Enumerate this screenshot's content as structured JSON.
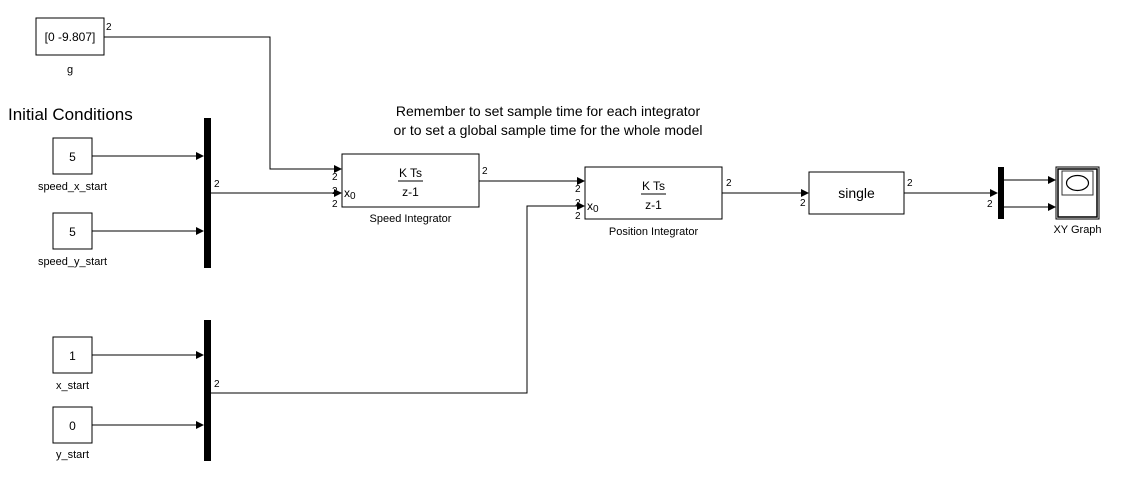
{
  "title": "Initial Conditions",
  "note": {
    "line1": "Remember to set sample time for each integrator",
    "line2": "or to set a global sample time for the whole model"
  },
  "blocks": {
    "g": {
      "value": "[0 -9.807]",
      "label": "g"
    },
    "speed_x_start": {
      "value": "5",
      "label": "speed_x_start"
    },
    "speed_y_start": {
      "value": "5",
      "label": "speed_y_start"
    },
    "x_start": {
      "value": "1",
      "label": "x_start"
    },
    "y_start": {
      "value": "0",
      "label": "y_start"
    },
    "speed_integrator": {
      "num": "K Ts",
      "den": "z-1",
      "label": "Speed Integrator",
      "x0": "x",
      "x0_sub": "0"
    },
    "position_integrator": {
      "num": "K Ts",
      "den": "z-1",
      "label": "Position Integrator",
      "x0": "x",
      "x0_sub": "0"
    },
    "convert": {
      "value": "single"
    },
    "xy_graph": {
      "label": "XY Graph"
    }
  },
  "signal_width": "2"
}
